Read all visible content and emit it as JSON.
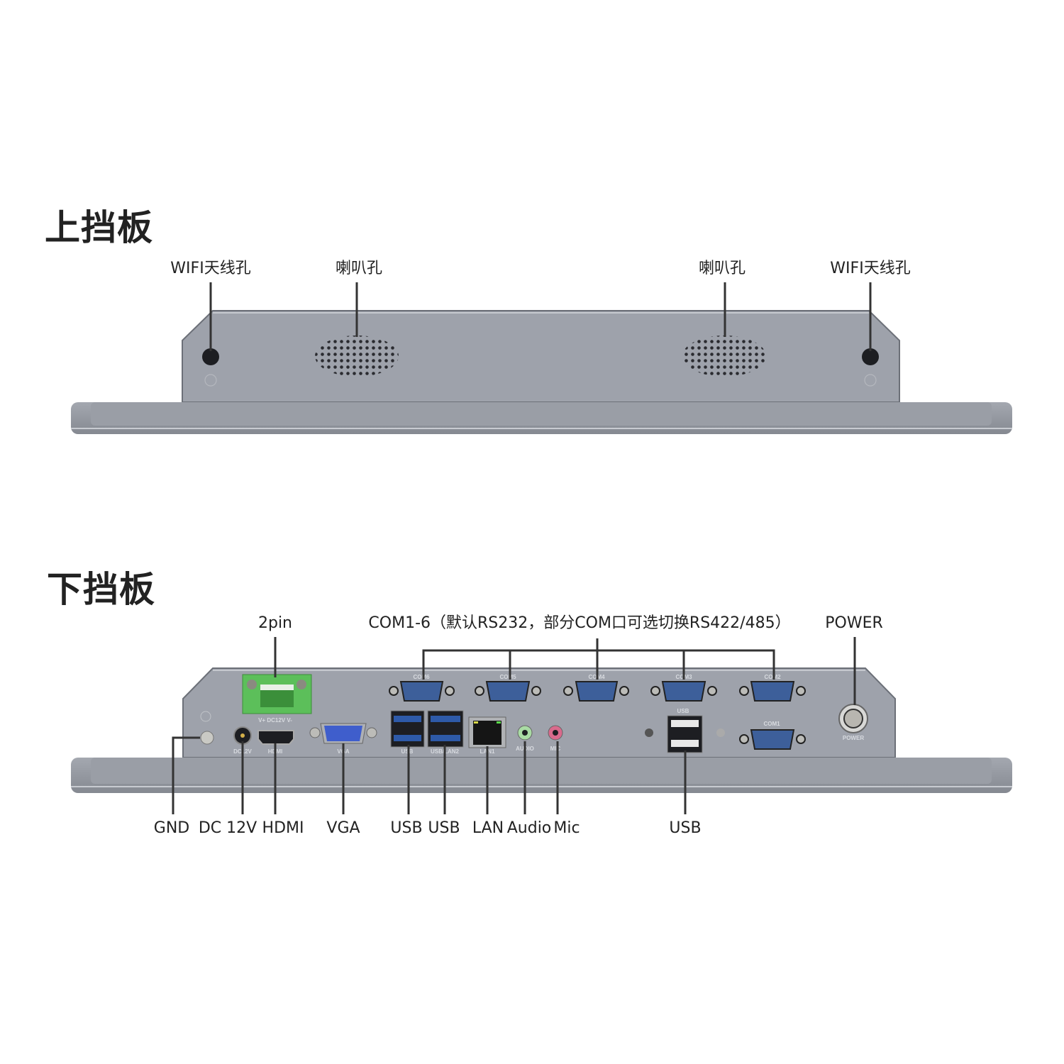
{
  "top_panel": {
    "title": "上挡板",
    "labels": [
      "WIFI天线孔",
      "喇叭孔",
      "喇叭孔",
      "WIFI天线孔"
    ]
  },
  "bottom_panel": {
    "title": "下挡板",
    "top_labels": {
      "pin": "2pin",
      "com": "COM1-6（默认RS232，部分COM口可选切换RS422/485）",
      "power": "POWER"
    },
    "bottom_labels": [
      "GND",
      "DC 12V",
      "HDMI",
      "VGA",
      "USB",
      "USB",
      "LAN",
      "Audio",
      "Mic",
      "USB"
    ],
    "silkscreen": {
      "terminal": "V+  DC12V  V-",
      "dc": "DC12V",
      "hdmi": "HDMI",
      "vga": "VGA",
      "usb3": "USB",
      "usb_lan2": "USB/LAN2",
      "lan1": "LAN1",
      "audio": "AUDIO",
      "mic": "MIC",
      "com6": "COM6",
      "com5": "COM5",
      "com4": "COM4",
      "com3": "COM3",
      "com2": "COM2",
      "com1": "COM1",
      "usb2": "USB",
      "power": "POWER"
    }
  },
  "colors": {
    "panel": "#9ea2ab",
    "flange": "#8d9199",
    "db9": "#3d5f9a",
    "terminal": "#5cbf5a",
    "line": "#333333"
  }
}
